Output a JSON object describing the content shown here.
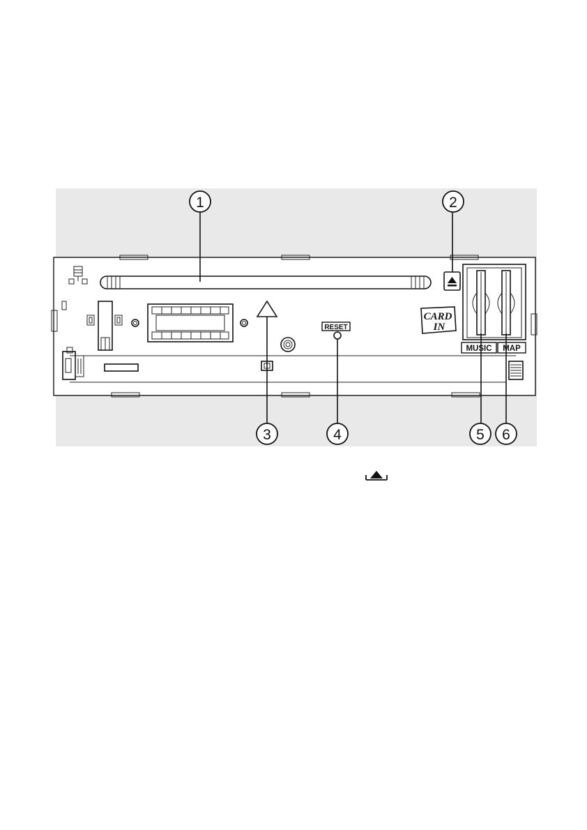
{
  "callouts": [
    {
      "number": "1",
      "target": "disc slot"
    },
    {
      "number": "2",
      "target": "eject button"
    },
    {
      "number": "3",
      "target": "panel release"
    },
    {
      "number": "4",
      "target": "reset button"
    },
    {
      "number": "5",
      "target": "music card slot"
    },
    {
      "number": "6",
      "target": "map card slot"
    }
  ],
  "labels": {
    "reset": "RESET",
    "card_line1": "CARD",
    "card_line2": "IN",
    "music": "MUSIC",
    "map": "MAP"
  },
  "legend_symbol": "eject-icon"
}
